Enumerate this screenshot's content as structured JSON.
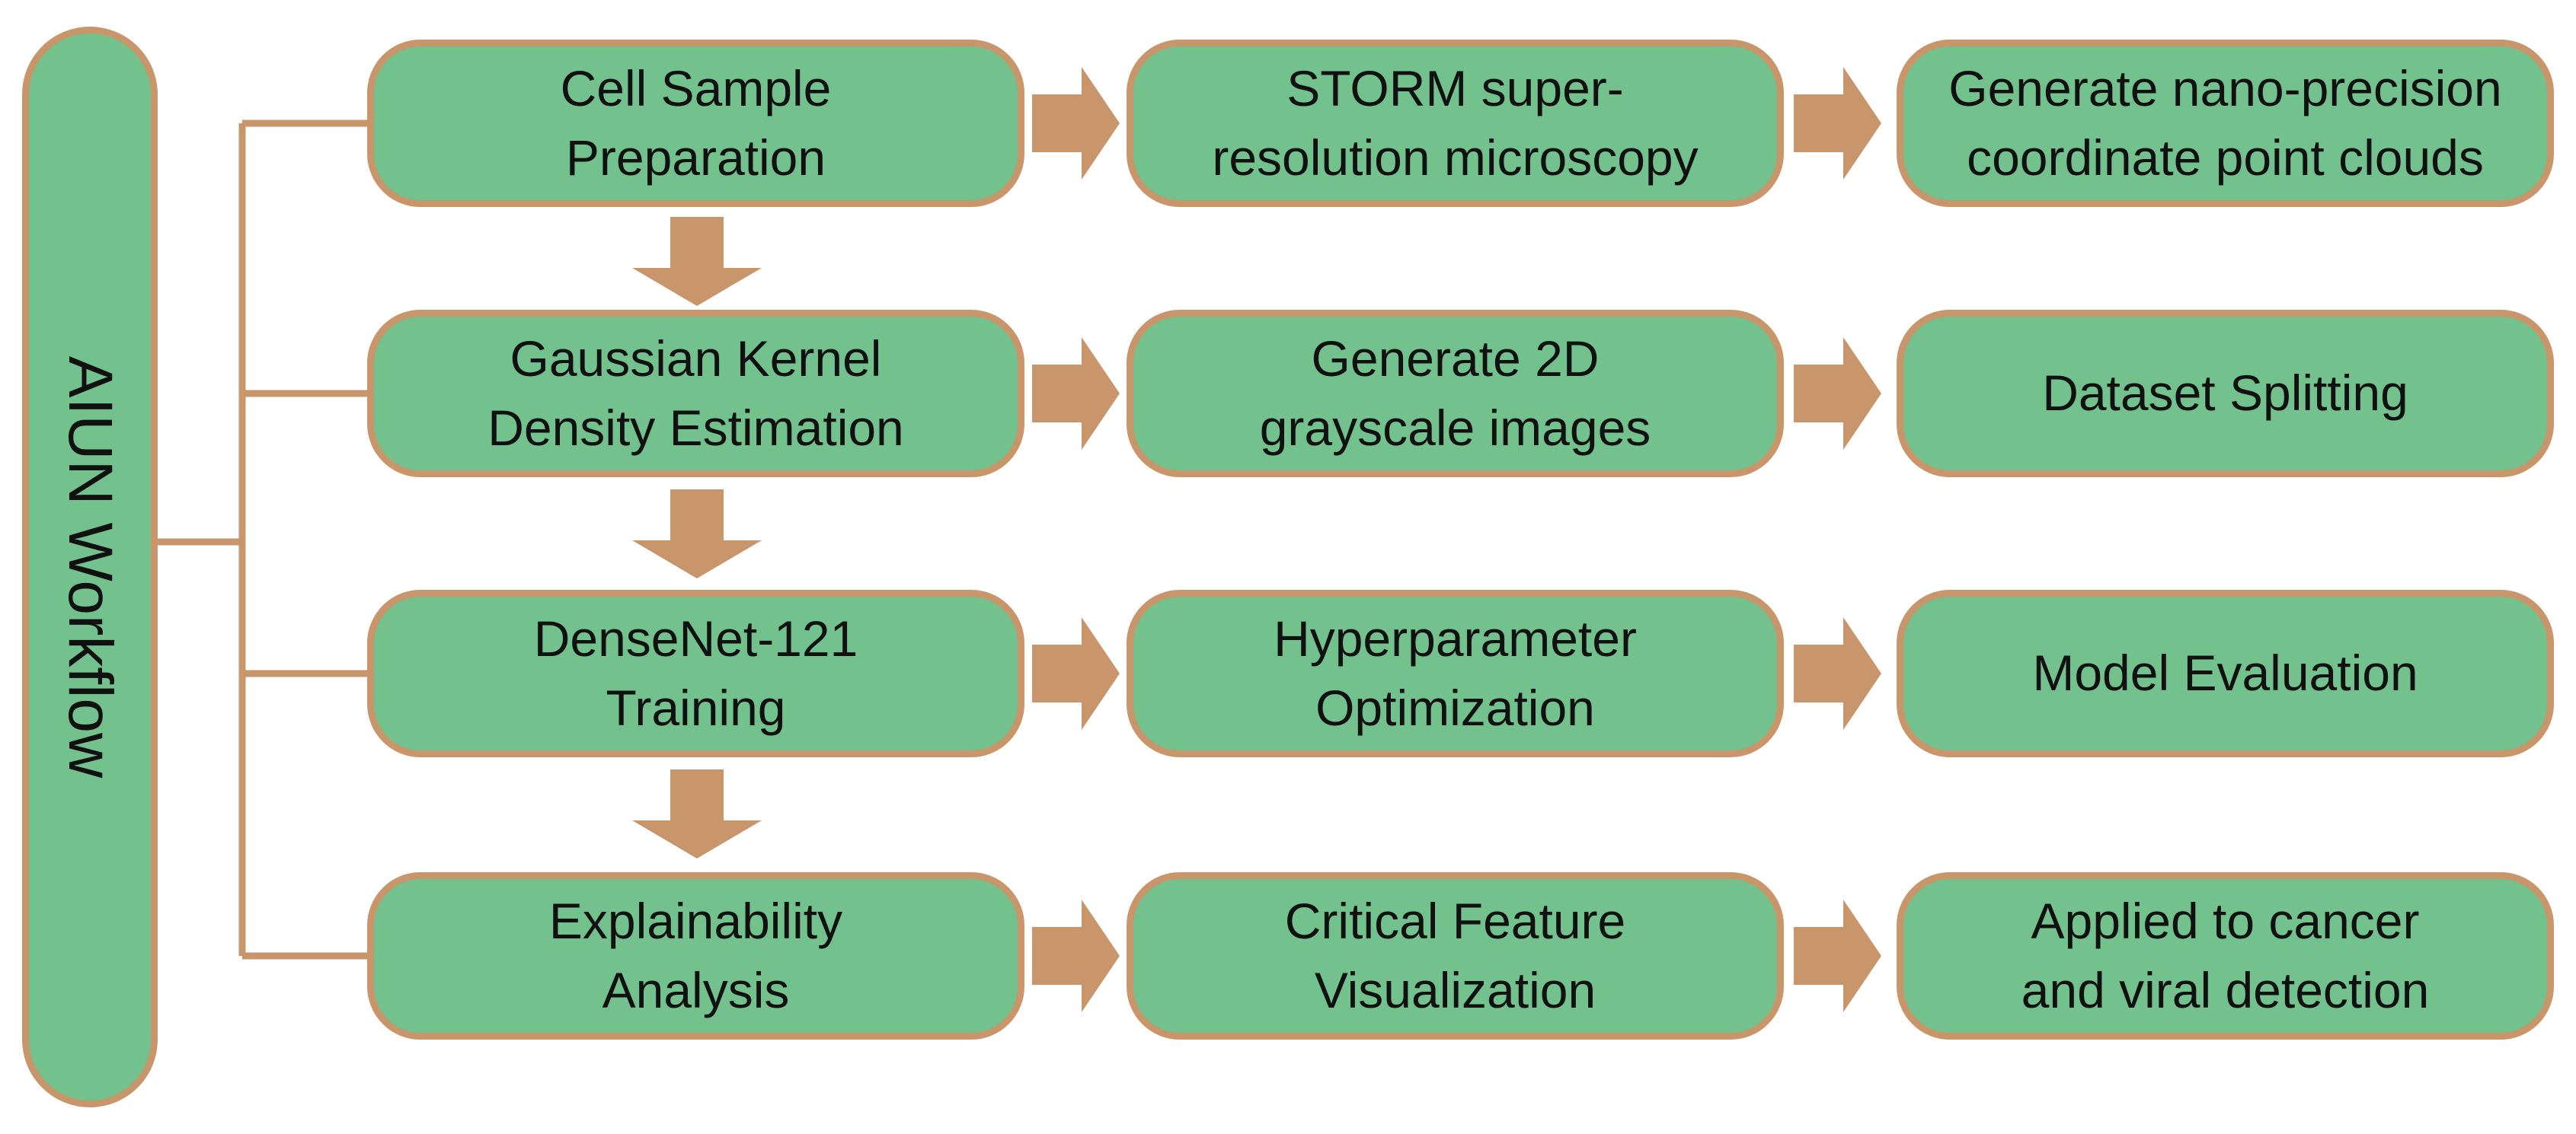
{
  "title": "AIUN Workflow",
  "colors": {
    "box_fill": "#73c18c",
    "box_border": "#c8966a",
    "arrow": "#c8966a",
    "text": "#111111"
  },
  "rows": [
    {
      "steps": [
        "Cell Sample\nPreparation",
        "STORM super-\nresolution microscopy",
        "Generate nano-precision\ncoordinate point clouds"
      ]
    },
    {
      "steps": [
        "Gaussian Kernel\nDensity Estimation",
        "Generate 2D\ngrayscale images",
        "Dataset Splitting"
      ]
    },
    {
      "steps": [
        "DenseNet-121\nTraining",
        "Hyperparameter\nOptimization",
        "Model Evaluation"
      ]
    },
    {
      "steps": [
        "Explainability\nAnalysis",
        "Critical Feature\nVisualization",
        "Applied to cancer\nand viral detection"
      ]
    }
  ]
}
